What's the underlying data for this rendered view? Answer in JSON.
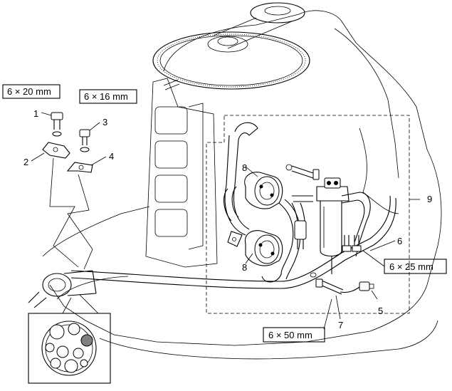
{
  "callouts": {
    "c1": "1",
    "c2": "2",
    "c3": "3",
    "c4": "4",
    "c5": "5",
    "c6": "6",
    "c7": "7",
    "c8a": "8",
    "c8b": "8",
    "c9": "9"
  },
  "specs": {
    "bolt1": "6 × 20 mm",
    "bolt3": "6 × 16 mm",
    "bolt6": "6 × 25 mm",
    "bolt7": "6 × 50 mm"
  },
  "colors": {
    "line": "#000000",
    "background": "#ffffff",
    "highlight": "#808080"
  }
}
